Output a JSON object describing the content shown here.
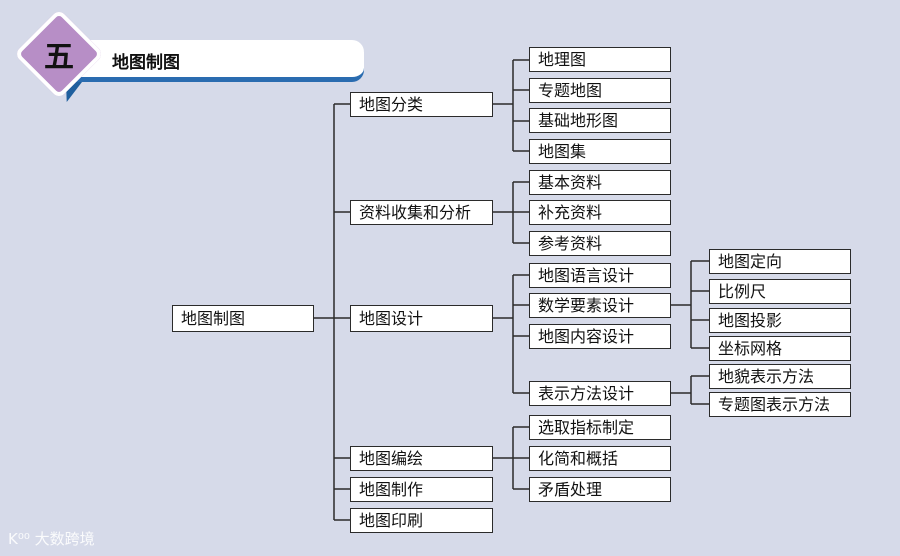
{
  "header": {
    "number": "五",
    "title": "地图制图"
  },
  "watermark": "K⁰⁰ 大数跨境",
  "root": "地图制图",
  "branches": [
    {
      "label": "地图分类",
      "children": [
        {
          "label": "地理图"
        },
        {
          "label": "专题地图"
        },
        {
          "label": "基础地形图"
        },
        {
          "label": "地图集"
        }
      ]
    },
    {
      "label": "资料收集和分析",
      "children": [
        {
          "label": "基本资料"
        },
        {
          "label": "补充资料"
        },
        {
          "label": "参考资料"
        }
      ]
    },
    {
      "label": "地图设计",
      "children": [
        {
          "label": "地图语言设计"
        },
        {
          "label": "数学要素设计",
          "children": [
            "地图定向",
            "比例尺",
            "地图投影",
            "坐标网格"
          ]
        },
        {
          "label": "地图内容设计"
        },
        {
          "label": "表示方法设计",
          "children": [
            "地貌表示方法",
            "专题图表示方法"
          ]
        }
      ]
    },
    {
      "label": "地图编绘",
      "children": [
        {
          "label": "选取指标制定"
        },
        {
          "label": "化简和概括"
        },
        {
          "label": "矛盾处理"
        }
      ]
    },
    {
      "label": "地图制作",
      "children": []
    },
    {
      "label": "地图印刷",
      "children": []
    }
  ]
}
